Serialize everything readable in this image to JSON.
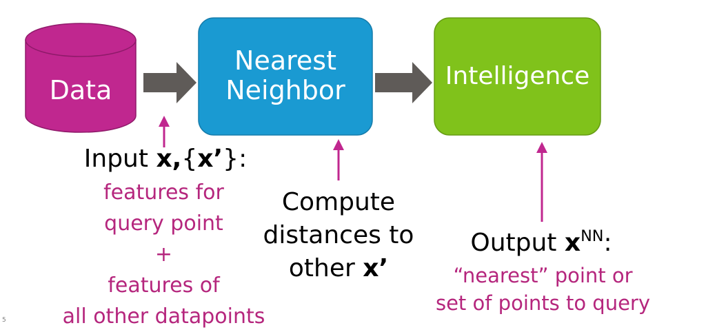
{
  "colors": {
    "data_fill": "#c0278f",
    "data_stroke": "#8f1a6a",
    "nn_fill": "#1a9ad2",
    "nn_stroke": "#157cab",
    "intel_fill": "#80c21b",
    "intel_stroke": "#669c14",
    "flow_arrow": "#5f5b58",
    "pointer_arrow": "#c0278f",
    "accent_text": "#b5267d"
  },
  "nodes": {
    "data": {
      "label": "Data",
      "shape": "cylinder"
    },
    "nearest_neighbor": {
      "line1": "Nearest",
      "line2": "Neighbor"
    },
    "intelligence": {
      "label": "Intelligence"
    }
  },
  "input_caption": {
    "prefix": "Input ",
    "x": "x",
    "comma": ",",
    "brace_open": "{",
    "x_prime": "x’",
    "brace_close": "}",
    "colon": ":",
    "lines": [
      "features for",
      "query point",
      "+",
      "features of",
      "all other datapoints"
    ]
  },
  "compute_caption": {
    "line1": "Compute",
    "line2": "distances to",
    "line3_prefix": "other ",
    "line3_bold": "x’"
  },
  "output_caption": {
    "prefix": "Output ",
    "x": "x",
    "sup": "NN",
    "colon": ":",
    "lines": [
      "“nearest” point or",
      "set of points to query"
    ]
  },
  "page_mark": "5"
}
